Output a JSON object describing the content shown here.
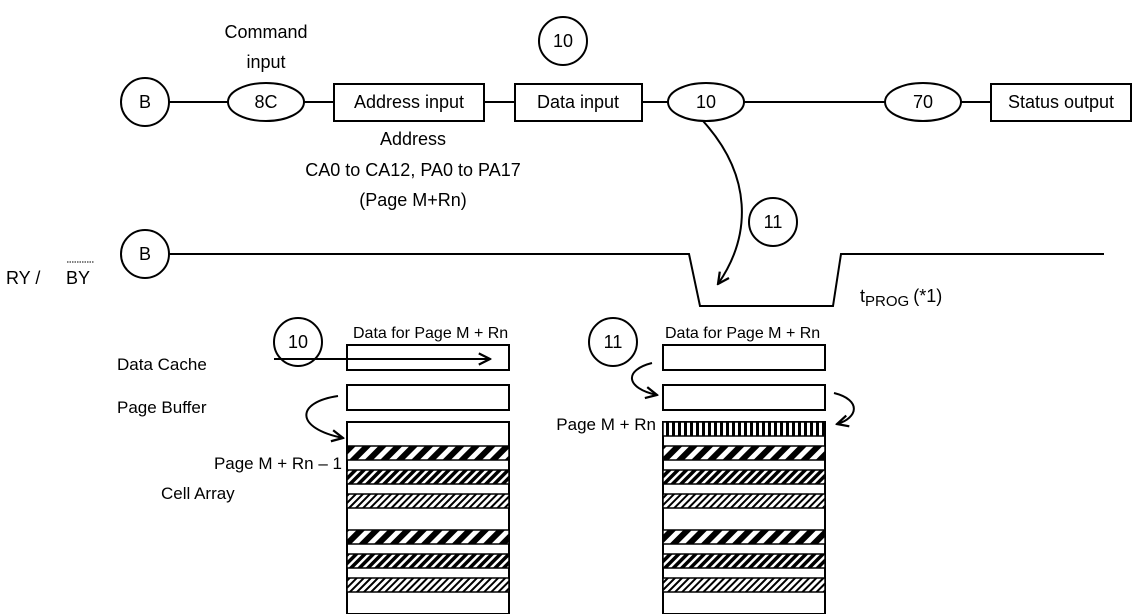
{
  "flow": {
    "connector": "B",
    "command_caption_line1": "Command",
    "command_caption_line2": "input",
    "command": "8C",
    "address_box": "Address input",
    "data_box": "Data input",
    "step_top_marker": "10",
    "cmd_10": "10",
    "cmd_70": "70",
    "status_box": "Status output",
    "address_caption": "Address",
    "address_range": "CA0 to CA12, PA0 to PA17",
    "address_page": "(Page M+Rn)"
  },
  "ryby": {
    "signal_ry": "RY /",
    "signal_by": "BY",
    "connector": "B",
    "step_marker": "11",
    "tprog_main": "t",
    "tprog_sub": "PROG",
    "tprog_note": "(*1)"
  },
  "left_panel": {
    "step": "10",
    "header": "Data for Page M + Rn",
    "data_cache_label": "Data Cache",
    "page_buffer_label": "Page Buffer",
    "page_label": "Page M + Rn – 1",
    "cell_array_label": "Cell Array"
  },
  "right_panel": {
    "step": "11",
    "header": "Data for Page M + Rn",
    "page_label": "Page M + Rn"
  },
  "icons": {
    "connector_shape": "circle",
    "command_shape": "ellipse",
    "step_marker_shape": "circle"
  }
}
